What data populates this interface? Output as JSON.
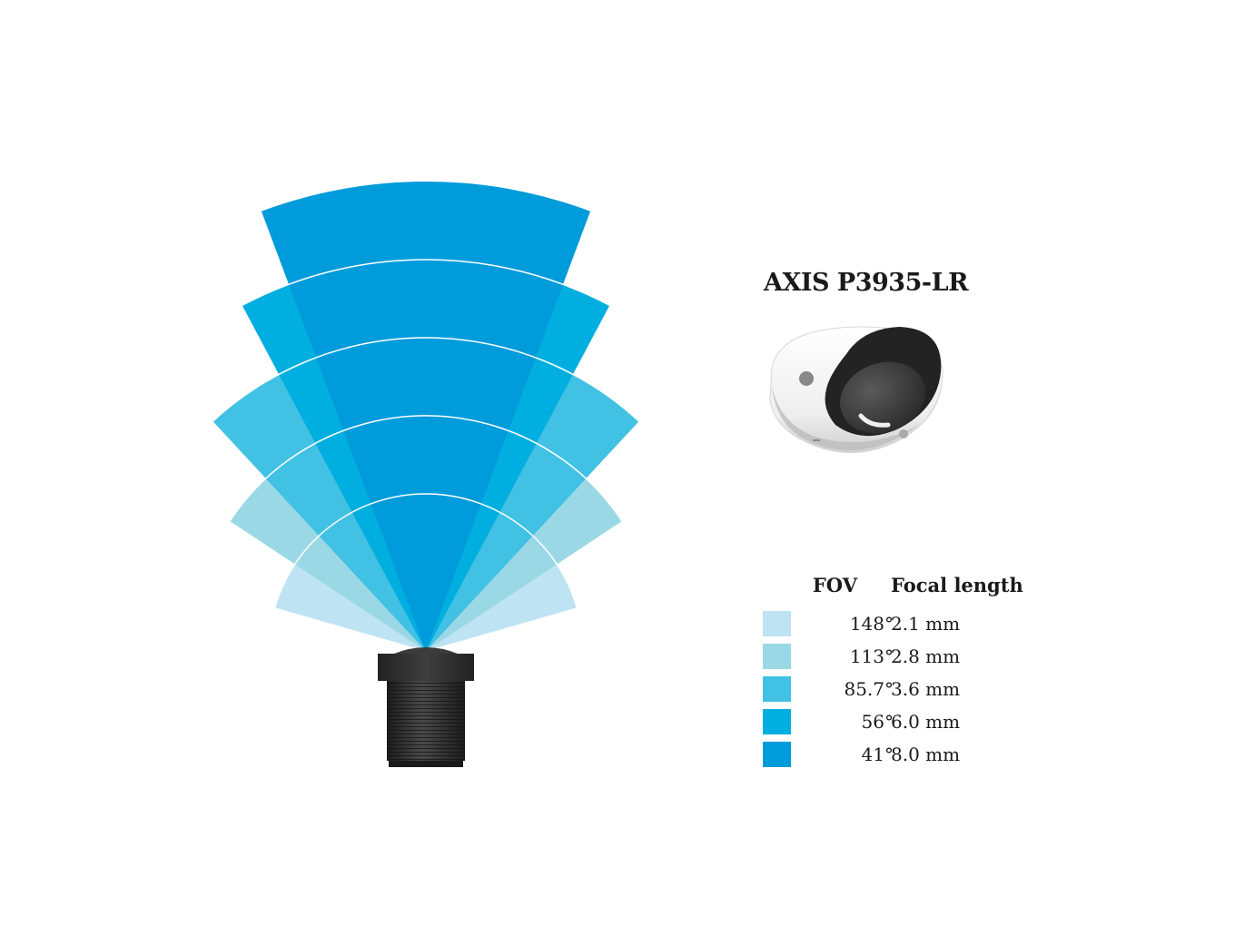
{
  "product": {
    "title": "AXIS P3935-LR"
  },
  "legend": {
    "fov_header": "FOV",
    "focal_header": "Focal length",
    "items": [
      {
        "fov": "148°",
        "focal": "2.1 mm",
        "fov_deg": 148,
        "color": "#BEE3F3"
      },
      {
        "fov": "113°",
        "focal": "2.8 mm",
        "fov_deg": 113,
        "color": "#9BD8E6"
      },
      {
        "fov": "85.7°",
        "focal": "3.6 mm",
        "fov_deg": 85.7,
        "color": "#41C1E4"
      },
      {
        "fov": "56°",
        "focal": "6.0 mm",
        "fov_deg": 56,
        "color": "#00AEDF"
      },
      {
        "fov": "41°",
        "focal": "8.0 mm",
        "fov_deg": 41,
        "color": "#009BDB"
      }
    ]
  },
  "icons": {
    "lens": "camera-lens-icon",
    "camera": "dome-camera-icon"
  }
}
